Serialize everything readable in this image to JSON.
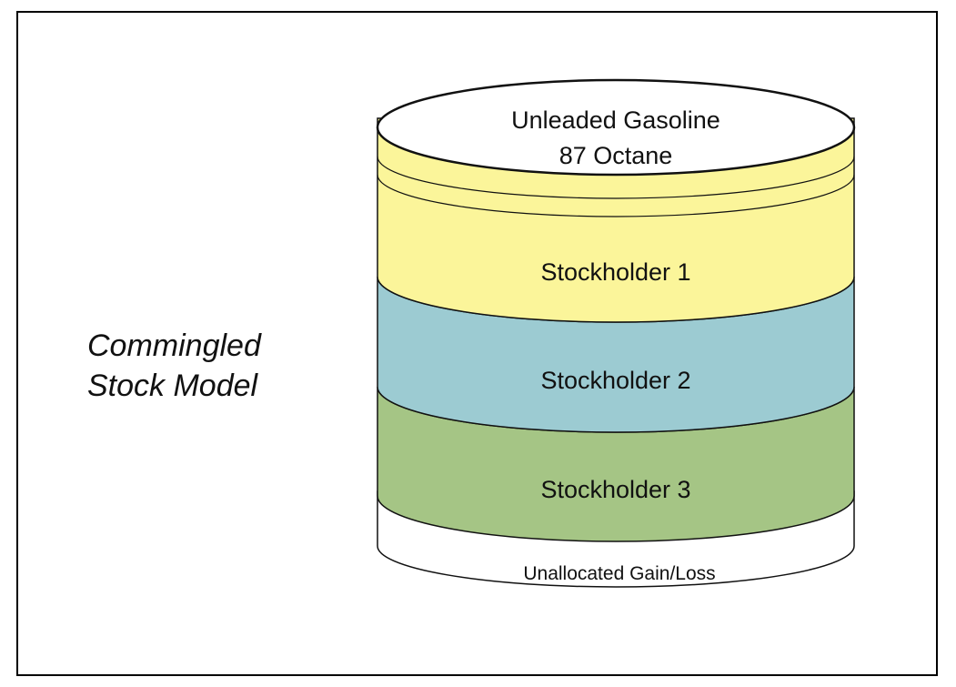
{
  "title": {
    "line1": "Commingled",
    "line2": "Stock Model"
  },
  "tank": {
    "product_line1": "Unleaded Gasoline",
    "product_line2": "87 Octane",
    "layers": [
      {
        "label": "Stockholder 1",
        "color": "#FBF59A"
      },
      {
        "label": "Stockholder 2",
        "color": "#9CCBD2"
      },
      {
        "label": "Stockholder 3",
        "color": "#A5C585"
      }
    ],
    "bottom_label": "Unallocated Gain/Loss",
    "bottom_color": "#FFFFFF",
    "top_color": "#FFFFFF"
  }
}
